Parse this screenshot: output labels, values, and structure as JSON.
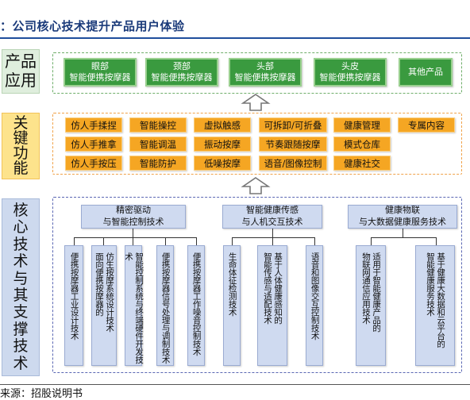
{
  "header": {
    "title": "：公司核心技术提升产品用户体验"
  },
  "footer": {
    "source": "来源：招股说明书"
  },
  "sections": {
    "product": {
      "label": "产品\n应用",
      "items": [
        {
          "l1": "眼部",
          "l2": "智能便携按摩器"
        },
        {
          "l1": "颈部",
          "l2": "智能便携按摩器"
        },
        {
          "l1": "头部",
          "l2": "智能便携按摩器"
        },
        {
          "l1": "头皮",
          "l2": "智能便携按摩器"
        },
        {
          "l1": "其他产品",
          "l2": ""
        }
      ]
    },
    "features": {
      "label": "关\n键\n功\n能",
      "rows": [
        [
          "仿人手揉捏",
          "智能操控",
          "虚拟触感",
          "可拆卸/可折叠",
          "健康管理",
          "专属内容"
        ],
        [
          "仿人手推拿",
          "智能调温",
          "振动按摩",
          "节奏跟随按摩",
          "模式仓库"
        ],
        [
          "仿人手按压",
          "智能防护",
          "低噪按摩",
          "语音/图像控制",
          "健康社交"
        ]
      ]
    },
    "tech": {
      "label": "核\n心\n技\n术\n与\n其\n支\n撑\n技\n术",
      "groups": [
        {
          "l1": "精密驱动",
          "l2": "与智能控制技术"
        },
        {
          "l1": "智能健康传感",
          "l2": "与人机交互技术"
        },
        {
          "l1": "健康物联",
          "l2": "与大数据健康服务技术"
        }
      ],
      "subs": [
        "便携按摩器工业设计技术",
        "仿生按摩系统设计技术\n面向便携按摩器的",
        "智能控制系统与终端硬件开发技术",
        "便携按摩器信号处理与调制技术",
        "便携按摩器工作噪音控制技术",
        "生命体征检测技术",
        "基于人体健康感知的\n智能传感与适配技术",
        "语音和图像交互控制技术",
        "适用于智能健康产品的\n物联网通信应用技术",
        "基于健康大数据和云平台的\n智能健康服务技术"
      ]
    }
  },
  "colors": {
    "green": "#3a9a3f",
    "orange": "#f5a623",
    "blue": "#cfdaf0",
    "title_blue": "#1a3a7a"
  }
}
